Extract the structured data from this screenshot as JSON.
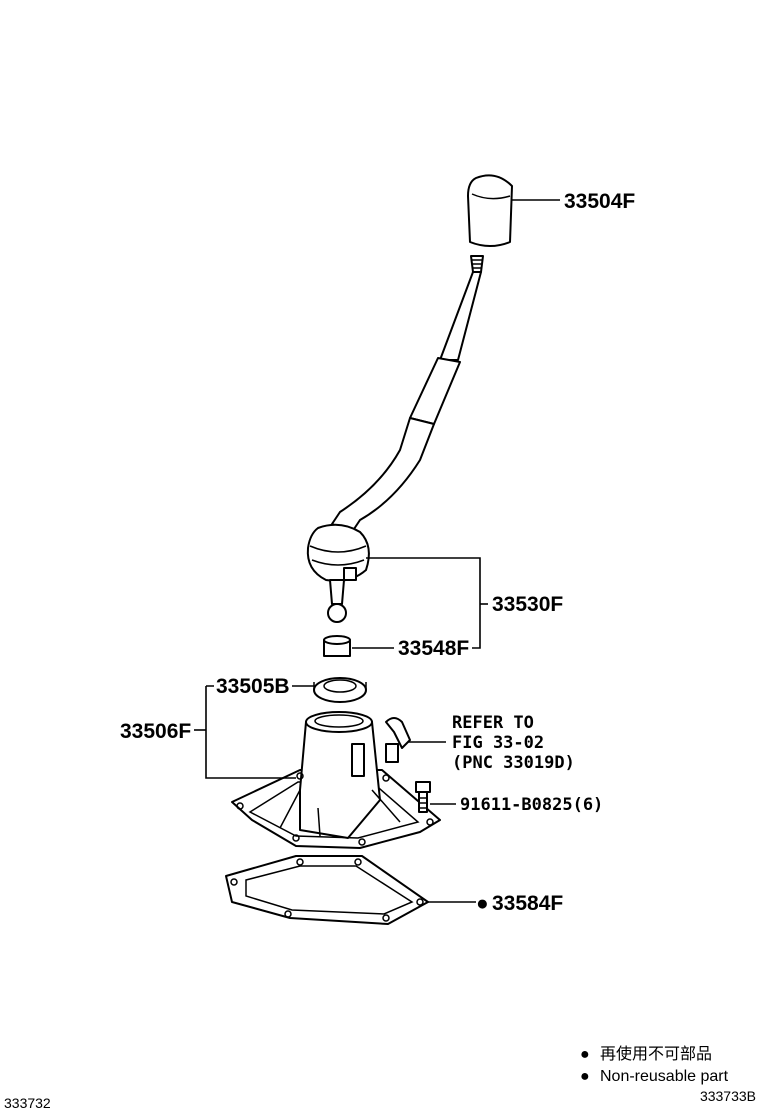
{
  "parts": {
    "knob": "33504F",
    "lever_assembly": "33530F",
    "bushing": "33548F",
    "retainer_seat": "33505B",
    "retainer": "33506F",
    "bolt": "91611-B0825(6)",
    "gasket": "33584F"
  },
  "gasket_marker": "●",
  "reference": {
    "line1": "REFER TO",
    "line2": "FIG 33-02",
    "line3": "(PNC 33019D)"
  },
  "legend": {
    "bullet": "●",
    "jp": "再使用不可部品",
    "en": "Non-reusable part"
  },
  "footer": {
    "left_id": "333732",
    "right_id": "333733B"
  }
}
